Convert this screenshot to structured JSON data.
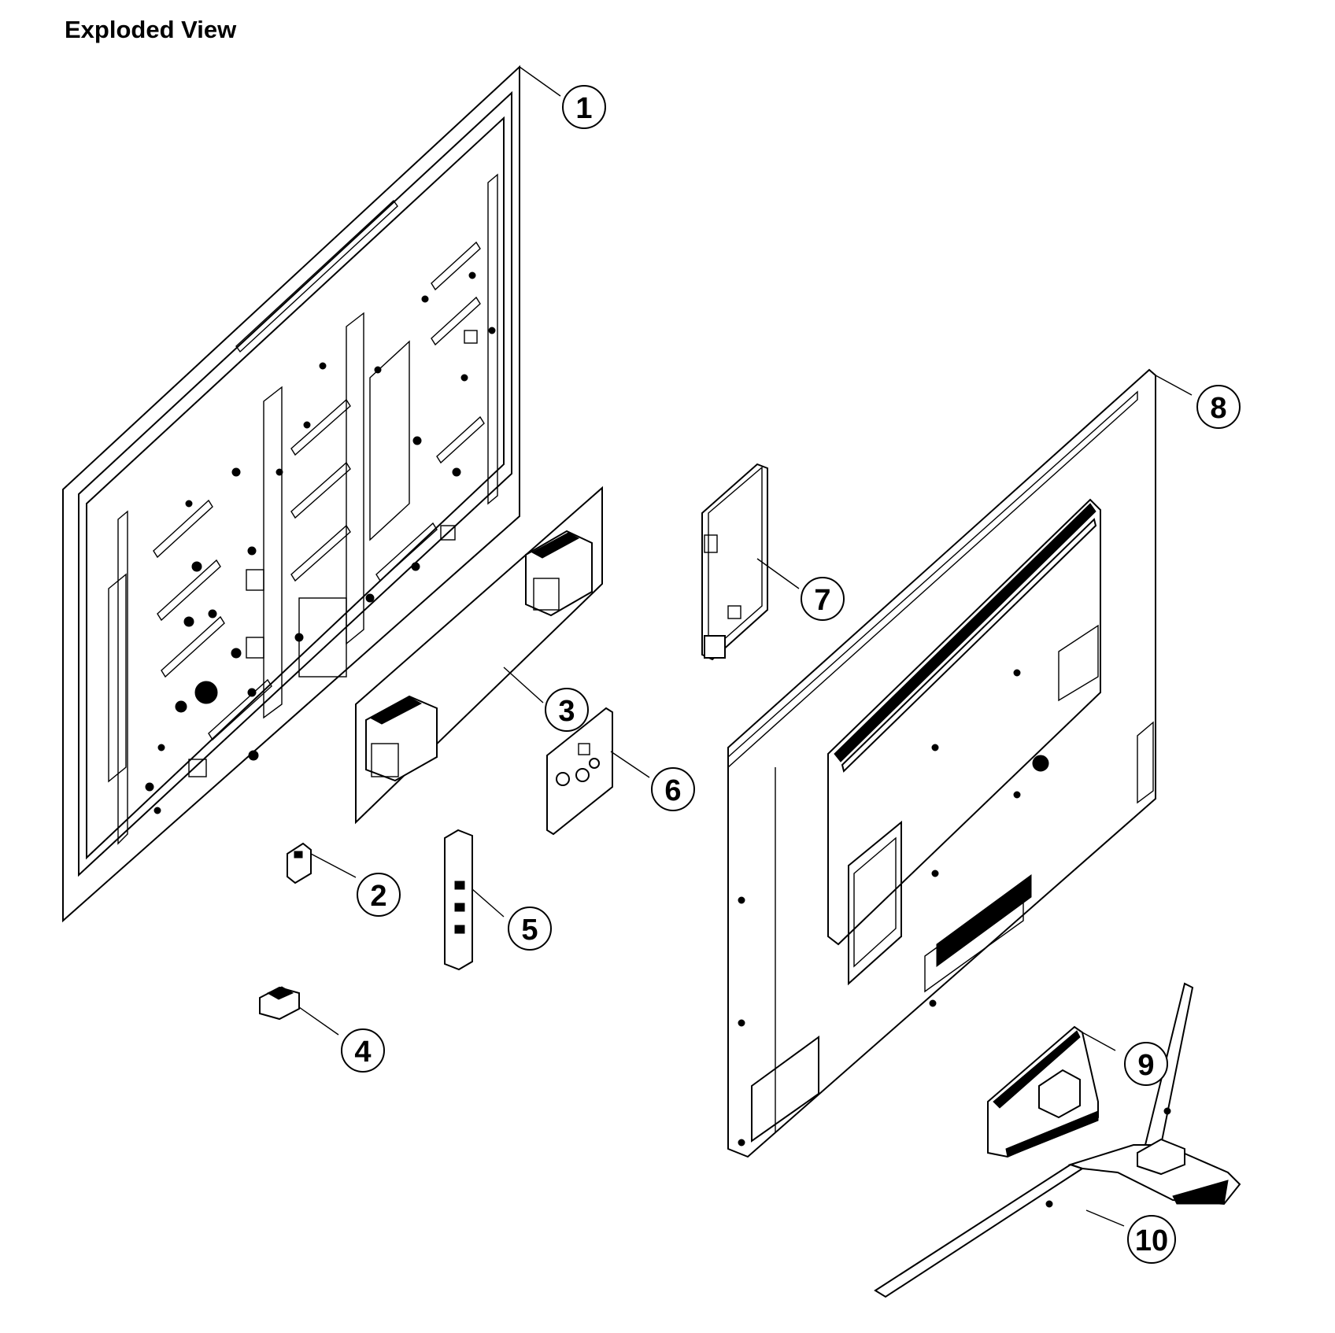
{
  "title": "Exploded View",
  "callouts": [
    {
      "id": "1",
      "label": "1"
    },
    {
      "id": "2",
      "label": "2"
    },
    {
      "id": "3",
      "label": "3"
    },
    {
      "id": "4",
      "label": "4"
    },
    {
      "id": "5",
      "label": "5"
    },
    {
      "id": "6",
      "label": "6"
    },
    {
      "id": "7",
      "label": "7"
    },
    {
      "id": "8",
      "label": "8"
    },
    {
      "id": "9",
      "label": "9"
    },
    {
      "id": "10",
      "label": "10"
    }
  ]
}
